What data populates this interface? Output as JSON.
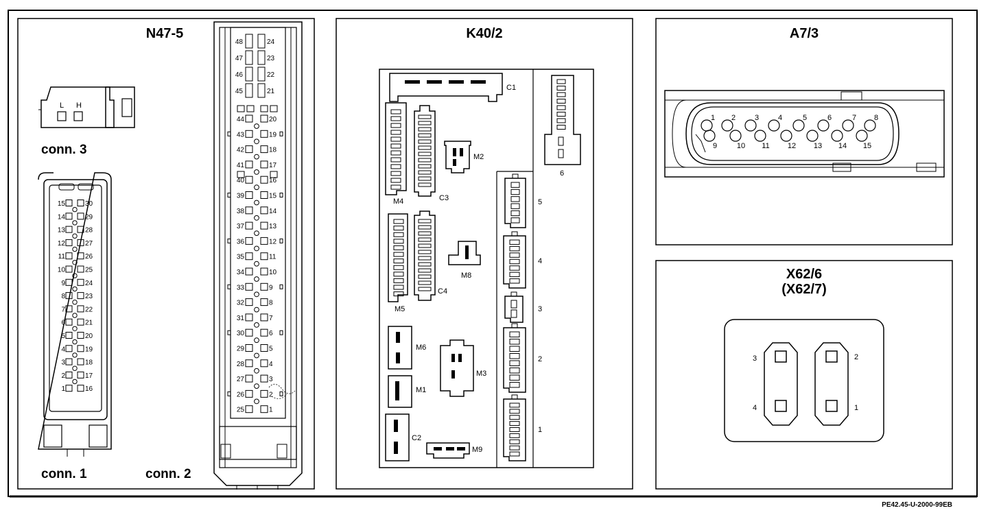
{
  "panels": {
    "n47": {
      "title": "N47-5",
      "conn3": {
        "label": "conn. 3",
        "pin_left": "L",
        "pin_right": "H"
      },
      "conn1": {
        "label": "conn. 1",
        "left_pins": [
          "15",
          "14",
          "13",
          "12",
          "11",
          "10",
          "9",
          "8",
          "7",
          "6",
          "5",
          "4",
          "3",
          "2",
          "1"
        ],
        "right_pins": [
          "30",
          "29",
          "28",
          "27",
          "26",
          "25",
          "24",
          "23",
          "22",
          "21",
          "20",
          "19",
          "18",
          "17",
          "16"
        ]
      },
      "conn2": {
        "label": "conn. 2",
        "top_left_pins": [
          "48",
          "47",
          "46",
          "45"
        ],
        "top_right_pins": [
          "24",
          "23",
          "22",
          "21"
        ],
        "left_pins": [
          "44",
          "43",
          "42",
          "41",
          "40",
          "39",
          "38",
          "37",
          "36",
          "35",
          "34",
          "33",
          "32",
          "31",
          "30",
          "29",
          "28",
          "27",
          "26",
          "25"
        ],
        "right_pins": [
          "20",
          "19",
          "18",
          "17",
          "16",
          "15",
          "14",
          "13",
          "12",
          "11",
          "10",
          "9",
          "8",
          "7",
          "6",
          "5",
          "4",
          "3",
          "2",
          "1"
        ]
      }
    },
    "k40": {
      "title": "K40/2",
      "labels": {
        "c1": "C1",
        "m2": "M2",
        "m4": "M4",
        "c3": "C3",
        "c4": "C4",
        "m8": "M8",
        "m5": "M5",
        "m6": "M6",
        "m1": "M1",
        "m3": "M3",
        "c2": "C2",
        "m9": "M9",
        "s6": "6",
        "s5": "5",
        "s4": "4",
        "s3": "3",
        "s2": "2",
        "s1": "1"
      }
    },
    "a7": {
      "title": "A7/3",
      "top_pins": [
        "1",
        "2",
        "3",
        "4",
        "5",
        "6",
        "7",
        "8"
      ],
      "bottom_pins": [
        "9",
        "10",
        "11",
        "12",
        "13",
        "14",
        "15"
      ]
    },
    "x62": {
      "title": "X62/6",
      "subtitle": "(X62/7)",
      "pins": {
        "p3": "3",
        "p2": "2",
        "p4": "4",
        "p1": "1"
      }
    }
  },
  "footer": {
    "code": "PE42.45-U-2000-99EB"
  }
}
